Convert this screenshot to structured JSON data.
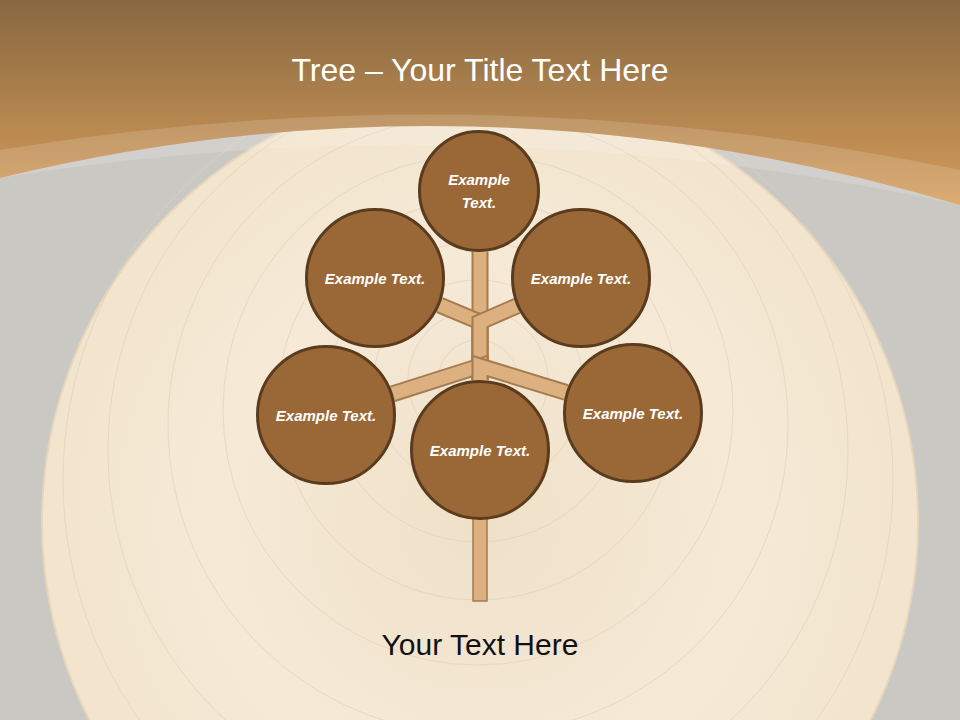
{
  "diagram": {
    "title": "Tree – Your Title Text Here",
    "nodes": [
      {
        "text": [
          "Example Text."
        ]
      },
      {
        "text": [
          "Example Text."
        ]
      },
      {
        "text": [
          "Example Text."
        ]
      },
      {
        "text": [
          "Example Text."
        ]
      },
      {
        "text": [
          "Example Text."
        ]
      },
      {
        "text": [
          "Example Text."
        ]
      }
    ],
    "edges": [
      {
        "from": 4,
        "to": 0,
        "arrow": "none"
      },
      {
        "from": 4,
        "to": 1,
        "arrow": "none"
      },
      {
        "from": 4,
        "to": 2,
        "arrow": "none"
      },
      {
        "from": 4,
        "to": 3,
        "arrow": "none"
      },
      {
        "from": 4,
        "to": 5,
        "arrow": "none"
      }
    ],
    "labels": [
      "Your Text Here"
    ]
  }
}
